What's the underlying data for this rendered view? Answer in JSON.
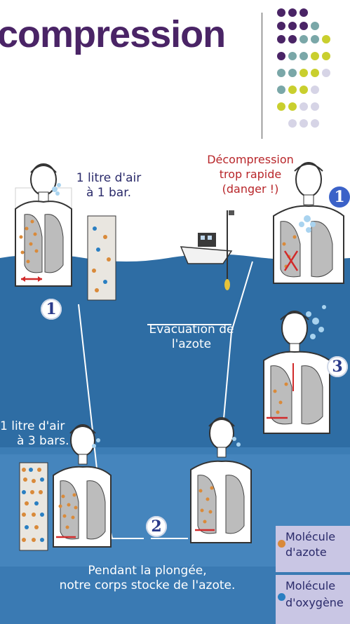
{
  "header": {
    "title": "compression"
  },
  "scene": {
    "label_1_litre_1_bar_line1": "1 litre d'air",
    "label_1_litre_1_bar_line2": "à 1 bar.",
    "label_decomp_line1": "Décompression",
    "label_decomp_line2": "trop rapide",
    "label_decomp_line3": "(danger !)",
    "label_evac_line1": "Evacuation de",
    "label_evac_line2": "l'azote",
    "label_1_litre_3_bars_line1": "1 litre d'air",
    "label_1_litre_3_bars_line2": "à 3 bars.",
    "label_bottom_line1": "Pendant la plongée,",
    "label_bottom_line2": "notre corps stocke de l'azote.",
    "step_1": "1",
    "step_2": "2",
    "step_3": "3",
    "step_1_right": "1"
  },
  "legend": {
    "nitrogen_line1": "Molécule",
    "nitrogen_line2": "d'azote",
    "oxygen_line1": "Molécule",
    "oxygen_line2": "d'oxygène"
  },
  "colors": {
    "title": "#4a2466",
    "sea_light": "#3f86b3",
    "sea_mid": "#2f6ea6",
    "sea_deep": "#255f93",
    "nitrogen": "#d98a3a",
    "oxygen": "#2a7fc2",
    "legend_bg": "#c9c6e4"
  }
}
